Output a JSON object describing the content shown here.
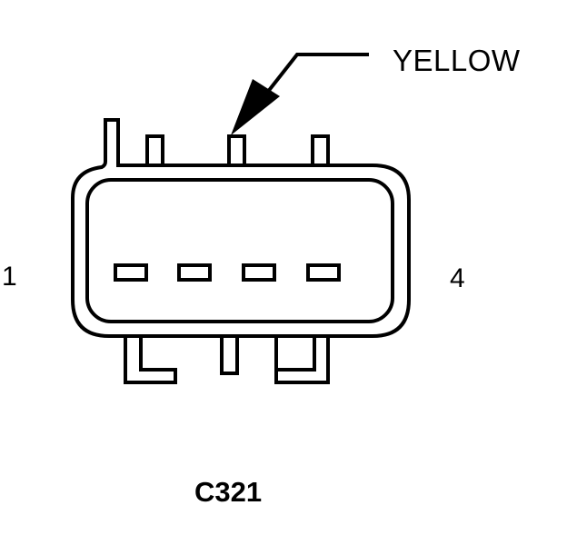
{
  "diagram": {
    "connector_id": "C321",
    "callout_label": "YELLOW",
    "pin_labels": {
      "first": "1",
      "last": "4"
    },
    "line_color": "#000000",
    "background": "#ffffff"
  }
}
